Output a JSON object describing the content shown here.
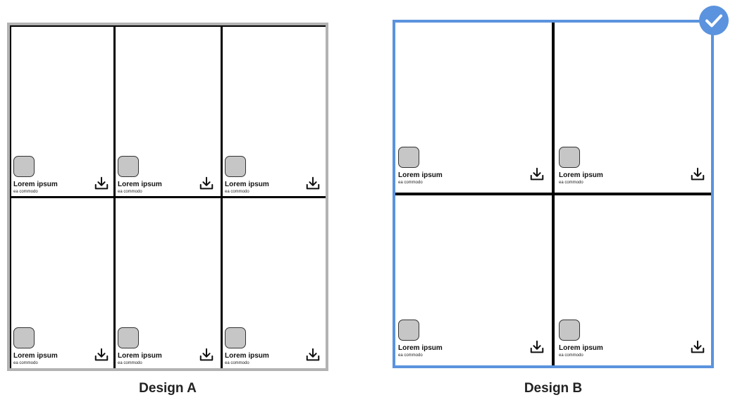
{
  "design_a": {
    "label": "Design A",
    "cards": [
      {
        "title": "Lorem ipsum",
        "subtitle": "ea commodo"
      },
      {
        "title": "Lorem ipsum",
        "subtitle": "ea commodo"
      },
      {
        "title": "Lorem ipsum",
        "subtitle": "ea commodo"
      },
      {
        "title": "Lorem ipsum",
        "subtitle": "ea commodo"
      },
      {
        "title": "Lorem ipsum",
        "subtitle": "ea commodo"
      },
      {
        "title": "Lorem ipsum",
        "subtitle": "ea commodo"
      }
    ],
    "border_color": "#b3b3b3"
  },
  "design_b": {
    "label": "Design B",
    "selected": true,
    "cards": [
      {
        "title": "Lorem ipsum",
        "subtitle": "ea commodo"
      },
      {
        "title": "Lorem ipsum",
        "subtitle": "ea commodo"
      },
      {
        "title": "Lorem ipsum",
        "subtitle": "ea commodo"
      },
      {
        "title": "Lorem ipsum",
        "subtitle": "ea commodo"
      }
    ],
    "border_color": "#5b93de"
  },
  "icons": {
    "card_action": "download-icon",
    "selected_marker": "checkmark-icon",
    "card_avatar": "avatar-placeholder"
  }
}
